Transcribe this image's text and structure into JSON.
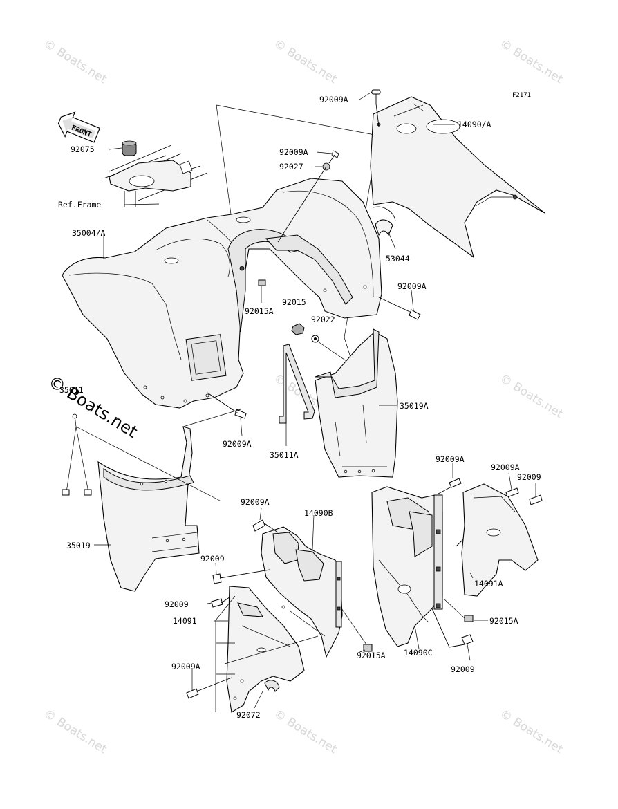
{
  "diagram_code": "F2171",
  "front_label": "FRONT",
  "watermark_text": "© Boats.net",
  "reference_label": "Ref.Frame",
  "part_labels": {
    "p92009A_top": "92009A",
    "p14090A": "14090/A",
    "p92075": "92075",
    "p92009A_mid": "92009A",
    "p92027": "92027",
    "p35004A": "35004/A",
    "p53044": "53044",
    "p92015A_upper": "92015A",
    "p92015": "92015",
    "p92022": "92022",
    "p92009A_right": "92009A",
    "p35011": "35011",
    "p35019A": "35019A",
    "p92009A_lower": "92009A",
    "p35011A": "35011A",
    "p35019": "35019",
    "p92009A_rp1": "92009A",
    "p92009A_rp2": "92009A",
    "p92009_rp3": "92009",
    "p92009A_c": "92009A",
    "p14090B": "14090B",
    "p92009_c1": "92009",
    "p92009_c2": "92009",
    "p14091": "14091",
    "p92009A_b": "92009A",
    "p92072": "92072",
    "p92015A_b": "92015A",
    "p14090C": "14090C",
    "p92009_b2": "92009",
    "p14091A": "14091A",
    "p92015A_r": "92015A"
  },
  "colors": {
    "ink": "#000000",
    "part_fill": "#f3f3f3",
    "watermark": "#d8d8d8"
  }
}
